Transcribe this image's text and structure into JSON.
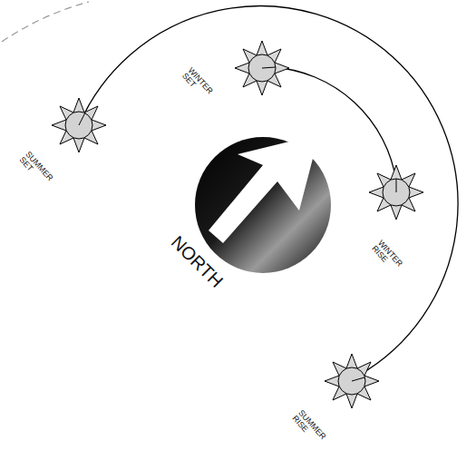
{
  "diagram": {
    "labels": [
      "WINTER SET",
      "SUMMER SET",
      "WINTER RISE",
      "NORTH",
      "SUMMER RISE"
    ]
  }
}
